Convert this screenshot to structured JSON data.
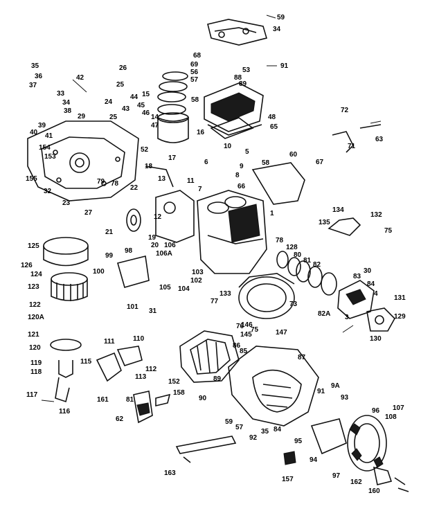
{
  "callouts": [
    "59",
    "34",
    "91",
    "26",
    "42",
    "35",
    "36",
    "37",
    "33",
    "34",
    "38",
    "25",
    "44",
    "15",
    "45",
    "46",
    "68",
    "69",
    "56",
    "57",
    "58",
    "53",
    "88",
    "89",
    "48",
    "24",
    "43",
    "29",
    "25",
    "14",
    "47",
    "40",
    "39",
    "41",
    "154",
    "153",
    "155",
    "52",
    "16",
    "65",
    "72",
    "71",
    "63",
    "27",
    "23",
    "32",
    "79",
    "78",
    "17",
    "18",
    "19",
    "20",
    "13",
    "22",
    "12",
    "11",
    "7",
    "21",
    "10",
    "5",
    "6",
    "9",
    "8",
    "66",
    "58",
    "60",
    "67",
    "134",
    "132",
    "135",
    "75",
    "1",
    "125",
    "126",
    "124",
    "123",
    "122",
    "120A",
    "121",
    "120",
    "119",
    "118",
    "99",
    "98",
    "100",
    "101",
    "105",
    "106A",
    "106",
    "103",
    "102",
    "104",
    "31",
    "78",
    "128",
    "80",
    "81",
    "82",
    "30",
    "83",
    "84",
    "4",
    "131",
    "129",
    "130",
    "82A",
    "3",
    "77",
    "133",
    "73",
    "76",
    "75",
    "145",
    "146",
    "147",
    "86",
    "85",
    "87",
    "110",
    "111",
    "112",
    "113",
    "115",
    "116",
    "117",
    "161",
    "152",
    "89",
    "90",
    "91",
    "9A",
    "93",
    "59",
    "57",
    "92",
    "35",
    "84",
    "95",
    "81",
    "62",
    "158",
    "96",
    "107",
    "108",
    "97",
    "94",
    "163",
    "157",
    "162",
    "160"
  ],
  "colors": {
    "ink": "#111111",
    "paper": "#ffffff"
  }
}
